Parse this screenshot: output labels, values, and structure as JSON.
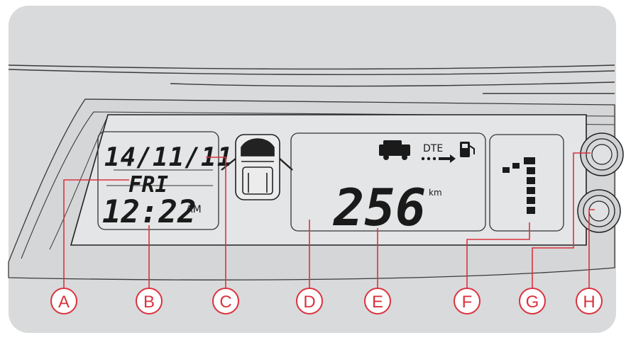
{
  "display": {
    "date": "14/11/11",
    "day": "FRI",
    "time": "12:22",
    "ampm": "AM",
    "dte_label": "DTE",
    "range_value": "256",
    "range_unit": "km"
  },
  "callouts": [
    "A",
    "B",
    "C",
    "D",
    "E",
    "F",
    "G",
    "H"
  ],
  "colors": {
    "accent": "#d9333f",
    "panel": "#d9dadb",
    "lcd": "#e6e7e8",
    "ink": "#1a1a1a"
  }
}
